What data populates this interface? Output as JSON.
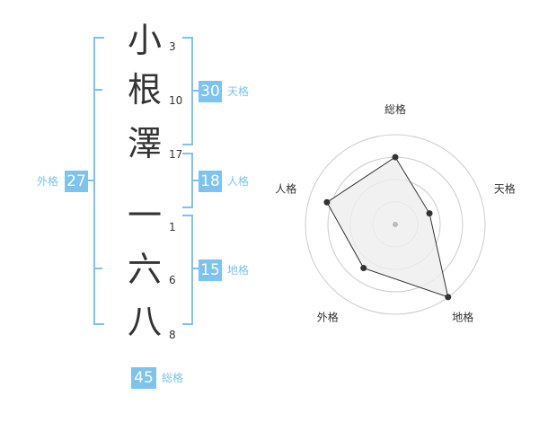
{
  "name": {
    "characters": [
      {
        "char": "小",
        "strokes": "3"
      },
      {
        "char": "根",
        "strokes": "10"
      },
      {
        "char": "澤",
        "strokes": "17"
      },
      {
        "char": "一",
        "strokes": "1"
      },
      {
        "char": "六",
        "strokes": "6"
      },
      {
        "char": "八",
        "strokes": "8"
      }
    ]
  },
  "fortune": {
    "tenkaku": {
      "label": "天格",
      "value": "30"
    },
    "jinkaku": {
      "label": "人格",
      "value": "18"
    },
    "chikaku": {
      "label": "地格",
      "value": "15"
    },
    "gaikaku": {
      "label": "外格",
      "value": "27"
    },
    "soukaku": {
      "label": "総格",
      "value": "45"
    }
  },
  "radar": {
    "axes": [
      "総格",
      "天格",
      "地格",
      "外格",
      "人格"
    ],
    "levels": 4,
    "values": [
      0.75,
      0.4,
      1.0,
      0.6,
      0.8
    ],
    "colors": {
      "grid": "#cccccc",
      "fill": "#eeeeee",
      "line": "#333333",
      "center": "#bbbbbb"
    }
  },
  "colors": {
    "accent": "#7cc3ee",
    "text": "#333333"
  }
}
